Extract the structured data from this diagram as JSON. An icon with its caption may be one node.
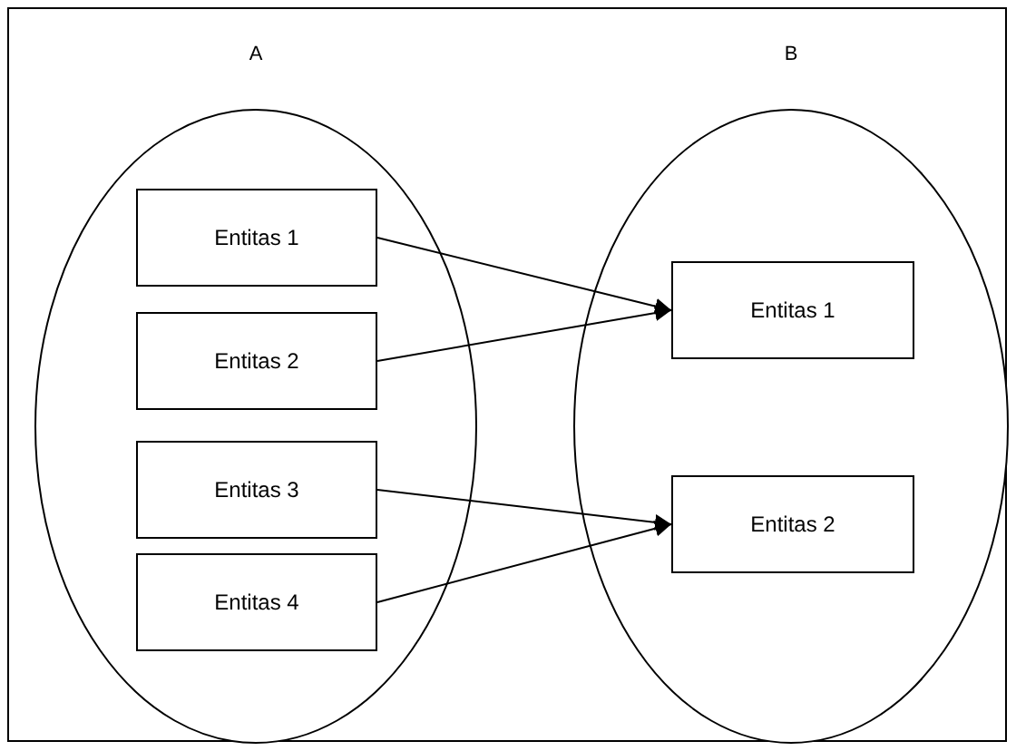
{
  "diagram": {
    "nodes": [
      {
        "text": [
          "A"
        ]
      },
      {
        "text": [
          "Entitas 1"
        ],
        "in": 0
      },
      {
        "text": [
          "Entitas 2"
        ],
        "in": 0
      },
      {
        "text": [
          "Entitas 3"
        ],
        "in": 0
      },
      {
        "text": [
          "Entitas 4"
        ],
        "in": 0
      },
      {
        "text": [
          "B"
        ]
      },
      {
        "text": [
          "Entitas 1"
        ],
        "in": 5
      },
      {
        "text": [
          "Entitas 2"
        ],
        "in": 5
      }
    ],
    "edges": [
      {
        "from": 1,
        "to": 6,
        "arrow": "to"
      },
      {
        "from": 2,
        "to": 6,
        "arrow": "to"
      },
      {
        "from": 3,
        "to": 7,
        "arrow": "to"
      },
      {
        "from": 4,
        "to": 7,
        "arrow": "to"
      }
    ]
  }
}
